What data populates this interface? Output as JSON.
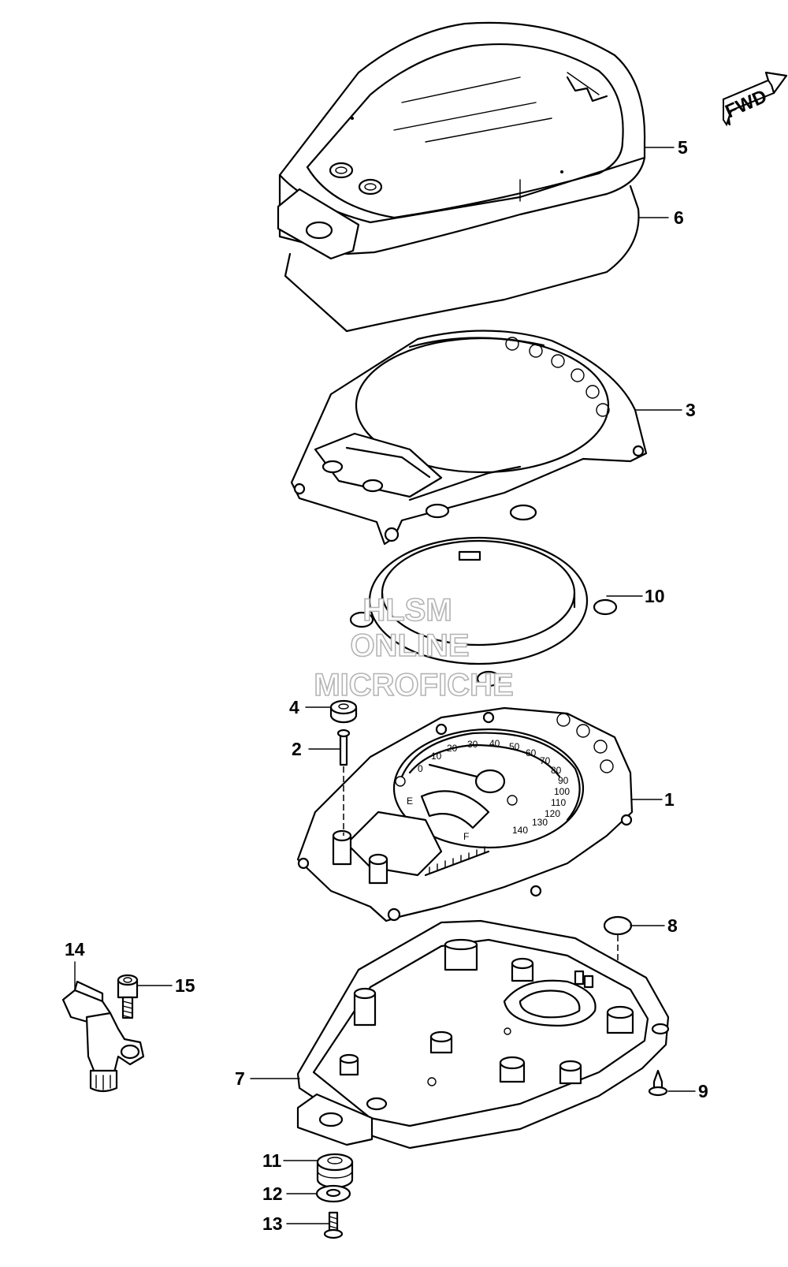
{
  "fwd_label": "FWD",
  "watermark": {
    "line1": "HLSM",
    "line2": "ONLINE",
    "line3": "MICROFICHE"
  },
  "dial": {
    "numbers": [
      "0",
      "10",
      "20",
      "30",
      "40",
      "50",
      "60",
      "70",
      "80",
      "90",
      "100",
      "110",
      "120",
      "130",
      "140"
    ],
    "fuel_empty": "E",
    "fuel_full": "F"
  },
  "callouts": [
    {
      "id": "5",
      "label": "5"
    },
    {
      "id": "6",
      "label": "6"
    },
    {
      "id": "3",
      "label": "3"
    },
    {
      "id": "10",
      "label": "10"
    },
    {
      "id": "4",
      "label": "4"
    },
    {
      "id": "2",
      "label": "2"
    },
    {
      "id": "1",
      "label": "1"
    },
    {
      "id": "8",
      "label": "8"
    },
    {
      "id": "14",
      "label": "14"
    },
    {
      "id": "15",
      "label": "15"
    },
    {
      "id": "7",
      "label": "7"
    },
    {
      "id": "9",
      "label": "9"
    },
    {
      "id": "11",
      "label": "11"
    },
    {
      "id": "12",
      "label": "12"
    },
    {
      "id": "13",
      "label": "13"
    }
  ]
}
